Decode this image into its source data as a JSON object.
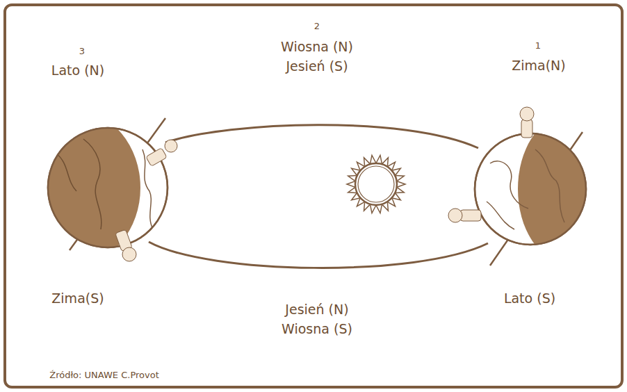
{
  "diagram": {
    "labels": [
      "3",
      "Lato (N)",
      "2",
      "Wiosna (N)",
      "Jesień (S)",
      "1",
      "Zima(N)",
      "Zima(S)",
      "Jesień (N)",
      "Wiosna (S)",
      "Lato (S)",
      "Źródło: UNAWE C.Provot"
    ]
  }
}
